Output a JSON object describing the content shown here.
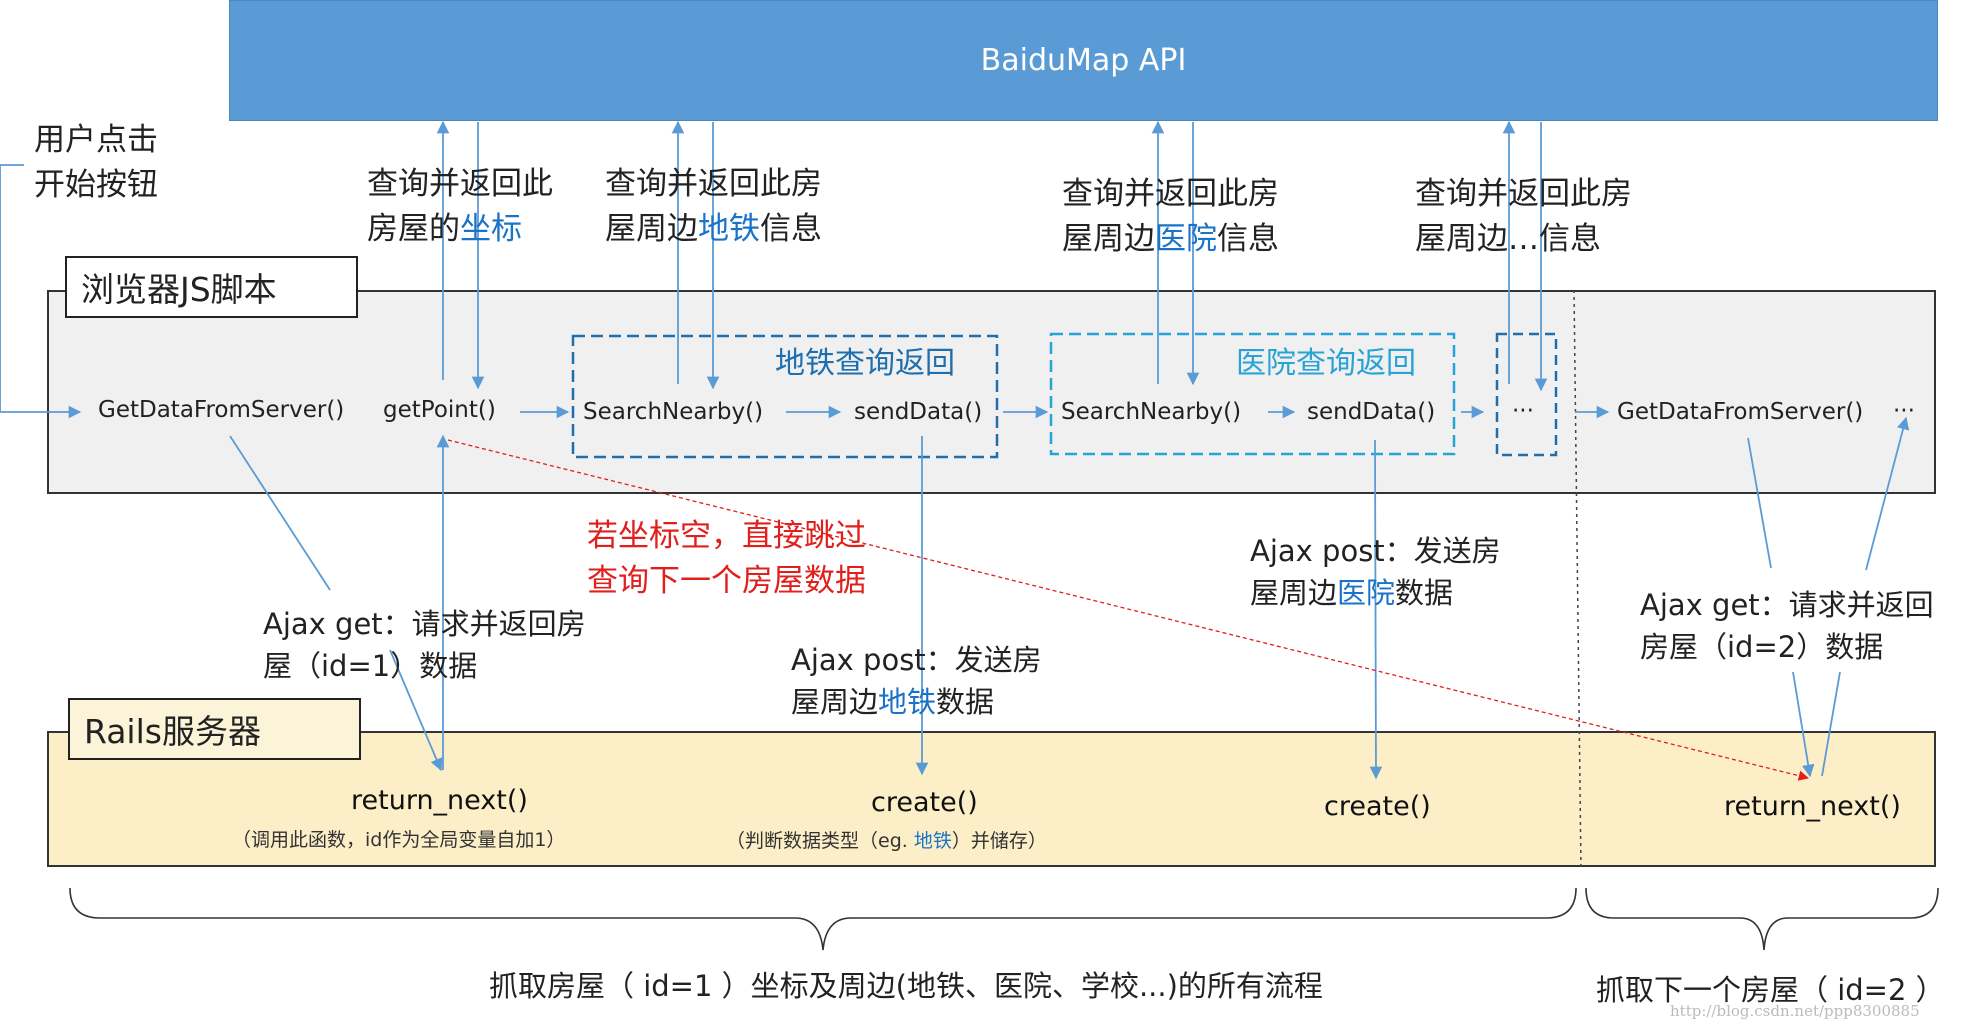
{
  "api_box": {
    "label": "BaiduMap API"
  },
  "user_action": "用户点击\n开始按钮",
  "containers": {
    "browser": "浏览器JS脚本",
    "server": "Rails服务器"
  },
  "groups": {
    "subway": "地铁查询返回",
    "hospital": "医院查询返回"
  },
  "functions": {
    "get_data_1": "GetDataFromServer()",
    "get_point": "getPoint()",
    "search_1": "SearchNearby()",
    "send_1": "sendData()",
    "search_2": "SearchNearby()",
    "send_2": "sendData()",
    "ellipsis_box": "···",
    "get_data_2": "GetDataFromServer()",
    "ellipsis_tail": "···"
  },
  "server_functions": {
    "return_next_1": "return_next()",
    "return_next_1_note": "（调用此函数，id作为全局变量自加1）",
    "create_1": "create()",
    "create_1_note": {
      "pre": "（判断数据类型（eg. ",
      "hl": "地铁",
      "post": "）并储存）"
    },
    "create_2": "create()",
    "return_next_2": "return_next()"
  },
  "api_queries": {
    "coords": {
      "pre": "查询并返回此\n房屋的",
      "hl": "坐标",
      "post": ""
    },
    "subway": {
      "pre": "查询并返回此房\n屋周边",
      "hl": "地铁",
      "post": "信息"
    },
    "hospital": {
      "pre": "查询并返回此房\n屋周边",
      "hl": "医院",
      "post": "信息"
    },
    "other": {
      "pre": "查询并返回此房\n屋周边…信息",
      "hl": "",
      "post": ""
    }
  },
  "ajax": {
    "get_1": "Ajax get：请求并返回房\n屋（id=1）数据",
    "post_subway": {
      "pre": "Ajax post：发送房\n屋周边",
      "hl": "地铁",
      "post": "数据"
    },
    "post_hospital": {
      "pre": "Ajax post：发送房\n屋周边",
      "hl": "医院",
      "post": "数据"
    },
    "get_2": "Ajax get：请求并返回\n房屋（id=2）数据"
  },
  "skip_note": "若坐标空，直接跳过\n查询下一个房屋数据",
  "braces": {
    "current": "抓取房屋（ id=1 ）坐标及周边(地铁、医院、学校...)的所有流程",
    "next": "抓取下一个房屋（ id=2 ）"
  },
  "watermark": "http://blog.csdn.net/ppp8300885",
  "colors": {
    "api_fill": "#5b9bd5",
    "browser_fill": "#f0f0f0",
    "server_fill": "#fcefc7",
    "subway_dash": "#1f6fae",
    "hospital_dash": "#29a3d6",
    "arrow_blue": "#5b9bd5",
    "skip_red": "#e0201c",
    "highlight_text": "#1a73c9"
  }
}
